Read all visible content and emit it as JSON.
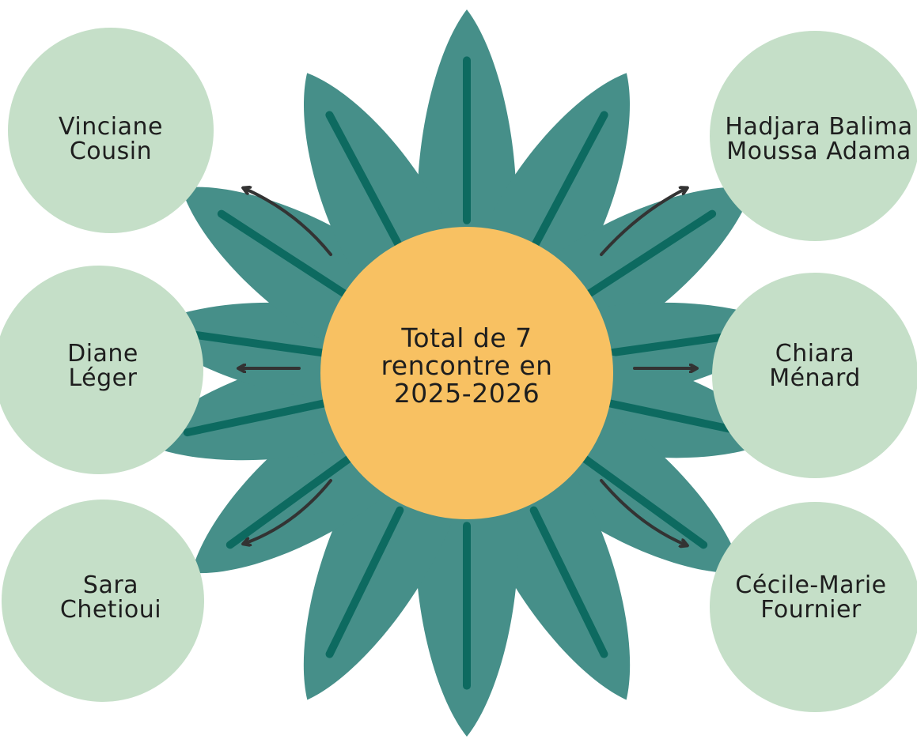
{
  "center": {
    "lines": [
      "Total de 7",
      "rencontre en",
      "2025-2026"
    ]
  },
  "nodes": [
    {
      "id": "vinciane-cousin",
      "lines": [
        "Vinciane",
        "Cousin"
      ]
    },
    {
      "id": "hadjara-moussa",
      "lines": [
        "Hadjara Balima",
        "Moussa Adama"
      ]
    },
    {
      "id": "diane-leger",
      "lines": [
        "Diane",
        "Léger"
      ]
    },
    {
      "id": "chiara-menard",
      "lines": [
        "Chiara",
        "Ménard"
      ]
    },
    {
      "id": "sara-chetioui",
      "lines": [
        "Sara",
        "Chetioui"
      ]
    },
    {
      "id": "cecile-marie-fournier",
      "lines": [
        "Cécile-Marie",
        "Fournier"
      ]
    }
  ],
  "colors": {
    "petal": "#468f89",
    "petal_vein": "#0d6a60",
    "center": "#f8c162",
    "node": "#c5dfc8",
    "arrow": "#333333",
    "text": "#1e1e1e"
  }
}
